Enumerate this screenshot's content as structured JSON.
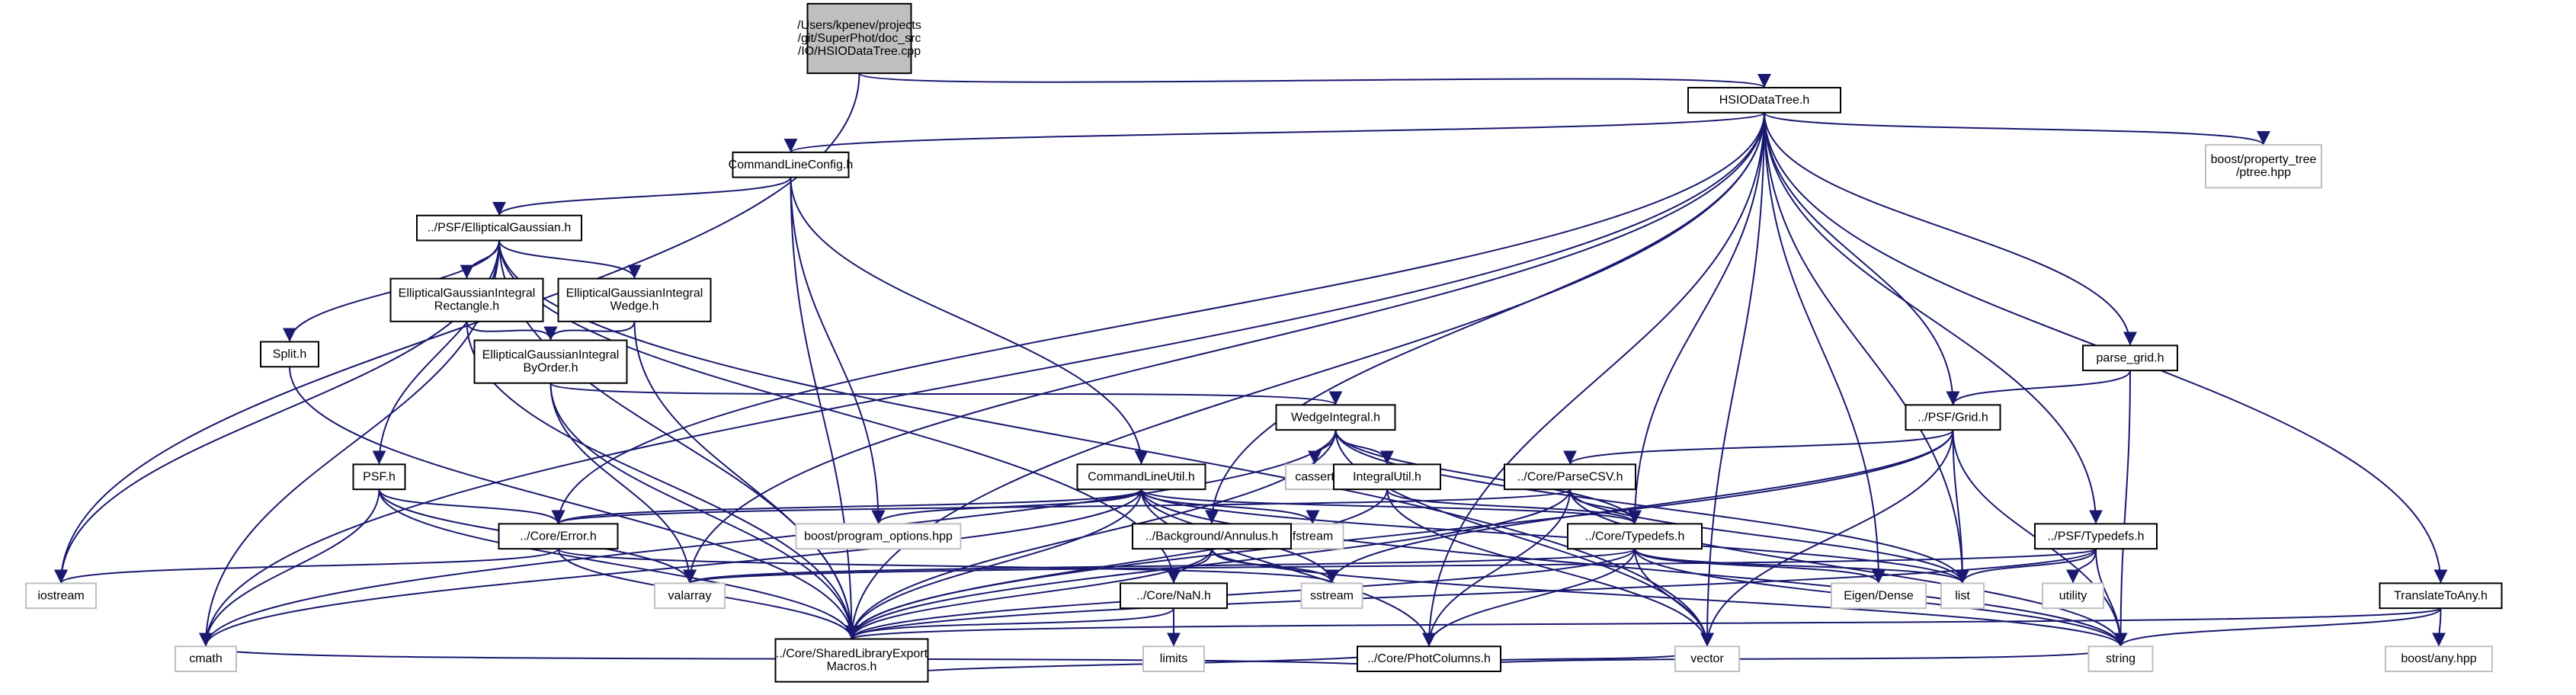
{
  "diagram": {
    "colors": {
      "edge": "#191970",
      "node_border": "#000000",
      "node_fill": "#ffffff",
      "root_fill": "#bfbfbf",
      "system_border": "#bfbfbf",
      "text": "#000000",
      "system_text": "#000000"
    },
    "nodes": [
      {
        "id": "root",
        "lines": [
          "/Users/kpenev/projects",
          "/git/SuperPhot/doc_src",
          "/IO/HSIODataTree.cpp"
        ],
        "kind": "root"
      },
      {
        "id": "hsio",
        "lines": [
          "HSIODataTree.h"
        ],
        "kind": "file"
      },
      {
        "id": "cmdcfg",
        "lines": [
          "CommandLineConfig.h"
        ],
        "kind": "file"
      },
      {
        "id": "ptree",
        "lines": [
          "boost/property_tree",
          "/ptree.hpp"
        ],
        "kind": "system"
      },
      {
        "id": "ellgauss",
        "lines": [
          "../PSF/EllipticalGaussian.h"
        ],
        "kind": "file"
      },
      {
        "id": "egirect",
        "lines": [
          "EllipticalGaussianIntegral",
          "Rectangle.h"
        ],
        "kind": "file"
      },
      {
        "id": "egiwedge",
        "lines": [
          "EllipticalGaussianIntegral",
          "Wedge.h"
        ],
        "kind": "file"
      },
      {
        "id": "split",
        "lines": [
          "Split.h"
        ],
        "kind": "file"
      },
      {
        "id": "egibyorder",
        "lines": [
          "EllipticalGaussianIntegral",
          "ByOrder.h"
        ],
        "kind": "file"
      },
      {
        "id": "parsegrid",
        "lines": [
          "parse_grid.h"
        ],
        "kind": "file"
      },
      {
        "id": "wedgeint",
        "lines": [
          "WedgeIntegral.h"
        ],
        "kind": "file"
      },
      {
        "id": "psfgrid",
        "lines": [
          "../PSF/Grid.h"
        ],
        "kind": "file"
      },
      {
        "id": "psf",
        "lines": [
          "PSF.h"
        ],
        "kind": "file"
      },
      {
        "id": "cmdutil",
        "lines": [
          "CommandLineUtil.h"
        ],
        "kind": "file"
      },
      {
        "id": "cassert",
        "lines": [
          "cassert"
        ],
        "kind": "system"
      },
      {
        "id": "integralutil",
        "lines": [
          "IntegralUtil.h"
        ],
        "kind": "file"
      },
      {
        "id": "parsecsv",
        "lines": [
          "../Core/ParseCSV.h"
        ],
        "kind": "file"
      },
      {
        "id": "progopts",
        "lines": [
          "boost/program_options.hpp"
        ],
        "kind": "system"
      },
      {
        "id": "coreerror",
        "lines": [
          "../Core/Error.h"
        ],
        "kind": "file"
      },
      {
        "id": "fstream",
        "lines": [
          "fstream"
        ],
        "kind": "system"
      },
      {
        "id": "annulus",
        "lines": [
          "../Background/Annulus.h"
        ],
        "kind": "file"
      },
      {
        "id": "coretypedefs",
        "lines": [
          "../Core/Typedefs.h"
        ],
        "kind": "file"
      },
      {
        "id": "psftypedefs",
        "lines": [
          "../PSF/Typedefs.h"
        ],
        "kind": "file"
      },
      {
        "id": "iostream",
        "lines": [
          "iostream"
        ],
        "kind": "system"
      },
      {
        "id": "valarray",
        "lines": [
          "valarray"
        ],
        "kind": "system"
      },
      {
        "id": "corenan",
        "lines": [
          "../Core/NaN.h"
        ],
        "kind": "file"
      },
      {
        "id": "sstream",
        "lines": [
          "sstream"
        ],
        "kind": "system"
      },
      {
        "id": "eigen",
        "lines": [
          "Eigen/Dense"
        ],
        "kind": "system"
      },
      {
        "id": "list",
        "lines": [
          "list"
        ],
        "kind": "system"
      },
      {
        "id": "utility",
        "lines": [
          "utility"
        ],
        "kind": "system"
      },
      {
        "id": "translate",
        "lines": [
          "TranslateToAny.h"
        ],
        "kind": "file"
      },
      {
        "id": "cmath",
        "lines": [
          "cmath"
        ],
        "kind": "system"
      },
      {
        "id": "photcols",
        "lines": [
          "../Core/PhotColumns.h"
        ],
        "kind": "file"
      },
      {
        "id": "limits",
        "lines": [
          "limits"
        ],
        "kind": "system"
      },
      {
        "id": "shared",
        "lines": [
          "../Core/SharedLibraryExport",
          "Macros.h"
        ],
        "kind": "file"
      },
      {
        "id": "vector",
        "lines": [
          "vector"
        ],
        "kind": "system"
      },
      {
        "id": "string",
        "lines": [
          "string"
        ],
        "kind": "system"
      },
      {
        "id": "boostany",
        "lines": [
          "boost/any.hpp"
        ],
        "kind": "system"
      }
    ],
    "edges": [
      [
        "root",
        "hsio"
      ],
      [
        "root",
        "iostream"
      ],
      [
        "hsio",
        "cmdcfg"
      ],
      [
        "hsio",
        "ptree"
      ],
      [
        "hsio",
        "parsegrid"
      ],
      [
        "hsio",
        "psfgrid"
      ],
      [
        "hsio",
        "translate"
      ],
      [
        "hsio",
        "psftypedefs"
      ],
      [
        "hsio",
        "coretypedefs"
      ],
      [
        "hsio",
        "photcols"
      ],
      [
        "hsio",
        "annulus"
      ],
      [
        "hsio",
        "valarray"
      ],
      [
        "hsio",
        "coreerror"
      ],
      [
        "hsio",
        "shared"
      ],
      [
        "hsio",
        "cmath"
      ],
      [
        "hsio",
        "eigen"
      ],
      [
        "hsio",
        "list"
      ],
      [
        "hsio",
        "vector"
      ],
      [
        "cmdcfg",
        "ellgauss"
      ],
      [
        "cmdcfg",
        "cmdutil"
      ],
      [
        "cmdcfg",
        "progopts"
      ],
      [
        "cmdcfg",
        "shared"
      ],
      [
        "ellgauss",
        "egirect"
      ],
      [
        "ellgauss",
        "egiwedge"
      ],
      [
        "ellgauss",
        "split"
      ],
      [
        "ellgauss",
        "psf"
      ],
      [
        "ellgauss",
        "iostream"
      ],
      [
        "ellgauss",
        "cmath"
      ],
      [
        "ellgauss",
        "shared"
      ],
      [
        "ellgauss",
        "corenan"
      ],
      [
        "ellgauss",
        "vector"
      ],
      [
        "egirect",
        "egibyorder"
      ],
      [
        "egirect",
        "shared"
      ],
      [
        "egiwedge",
        "egibyorder"
      ],
      [
        "egiwedge",
        "shared"
      ],
      [
        "egibyorder",
        "wedgeint"
      ],
      [
        "egibyorder",
        "valarray"
      ],
      [
        "egibyorder",
        "shared"
      ],
      [
        "split",
        "shared"
      ],
      [
        "parsegrid",
        "psfgrid"
      ],
      [
        "parsegrid",
        "string"
      ],
      [
        "psfgrid",
        "parsecsv"
      ],
      [
        "psfgrid",
        "list"
      ],
      [
        "psfgrid",
        "sstream"
      ],
      [
        "psfgrid",
        "shared"
      ],
      [
        "psfgrid",
        "vector"
      ],
      [
        "psfgrid",
        "string"
      ],
      [
        "wedgeint",
        "cassert"
      ],
      [
        "wedgeint",
        "integralutil"
      ],
      [
        "wedgeint",
        "coretypedefs"
      ],
      [
        "wedgeint",
        "cmath"
      ],
      [
        "wedgeint",
        "shared"
      ],
      [
        "wedgeint",
        "list"
      ],
      [
        "wedgeint",
        "vector"
      ],
      [
        "psf",
        "coreerror"
      ],
      [
        "psf",
        "valarray"
      ],
      [
        "psf",
        "cmath"
      ],
      [
        "psf",
        "shared"
      ],
      [
        "cmdutil",
        "coreerror"
      ],
      [
        "cmdutil",
        "progopts"
      ],
      [
        "cmdutil",
        "fstream"
      ],
      [
        "cmdutil",
        "sstream"
      ],
      [
        "cmdutil",
        "photcols"
      ],
      [
        "cmdutil",
        "list"
      ],
      [
        "cmdutil",
        "string"
      ],
      [
        "cmdutil",
        "cmath"
      ],
      [
        "cmdutil",
        "shared"
      ],
      [
        "cmdutil",
        "coretypedefs"
      ],
      [
        "integralutil",
        "coretypedefs"
      ],
      [
        "integralutil",
        "vector"
      ],
      [
        "integralutil",
        "shared"
      ],
      [
        "parsecsv",
        "coreerror"
      ],
      [
        "parsecsv",
        "coretypedefs"
      ],
      [
        "parsecsv",
        "photcols"
      ],
      [
        "parsecsv",
        "list"
      ],
      [
        "parsecsv",
        "string"
      ],
      [
        "parsecsv",
        "shared"
      ],
      [
        "coreerror",
        "iostream"
      ],
      [
        "coreerror",
        "sstream"
      ],
      [
        "coreerror",
        "shared"
      ],
      [
        "annulus",
        "corenan"
      ],
      [
        "annulus",
        "sstream"
      ],
      [
        "annulus",
        "shared"
      ],
      [
        "annulus",
        "string"
      ],
      [
        "coretypedefs",
        "photcols"
      ],
      [
        "coretypedefs",
        "eigen"
      ],
      [
        "coretypedefs",
        "list"
      ],
      [
        "coretypedefs",
        "valarray"
      ],
      [
        "coretypedefs",
        "vector"
      ],
      [
        "coretypedefs",
        "string"
      ],
      [
        "coretypedefs",
        "shared"
      ],
      [
        "psftypedefs",
        "valarray"
      ],
      [
        "psftypedefs",
        "list"
      ],
      [
        "psftypedefs",
        "utility"
      ],
      [
        "psftypedefs",
        "string"
      ],
      [
        "psftypedefs",
        "shared"
      ],
      [
        "corenan",
        "limits"
      ],
      [
        "corenan",
        "shared"
      ],
      [
        "photcols",
        "cmath"
      ],
      [
        "photcols",
        "shared"
      ],
      [
        "photcols",
        "vector"
      ],
      [
        "photcols",
        "string"
      ],
      [
        "translate",
        "string"
      ],
      [
        "translate",
        "boostany"
      ],
      [
        "translate",
        "shared"
      ]
    ]
  }
}
